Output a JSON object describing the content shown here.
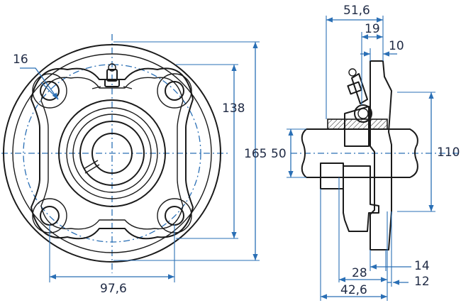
{
  "front_view": {
    "bolt_hole_diameter": "16",
    "bolt_spacing": "97,6",
    "bolt_circle": "138",
    "flange_diameter": "165"
  },
  "side_view": {
    "overall_width": "51,6",
    "dim_19": "19",
    "dim_10": "10",
    "bore": "50",
    "height_110": "110",
    "dim_14": "14",
    "dim_28": "28",
    "dim_42_6": "42,6",
    "dim_12": "12"
  },
  "colors": {
    "dimension": "#2a6fb5",
    "outline": "#1a1a1a",
    "text": "#1f2a44"
  }
}
